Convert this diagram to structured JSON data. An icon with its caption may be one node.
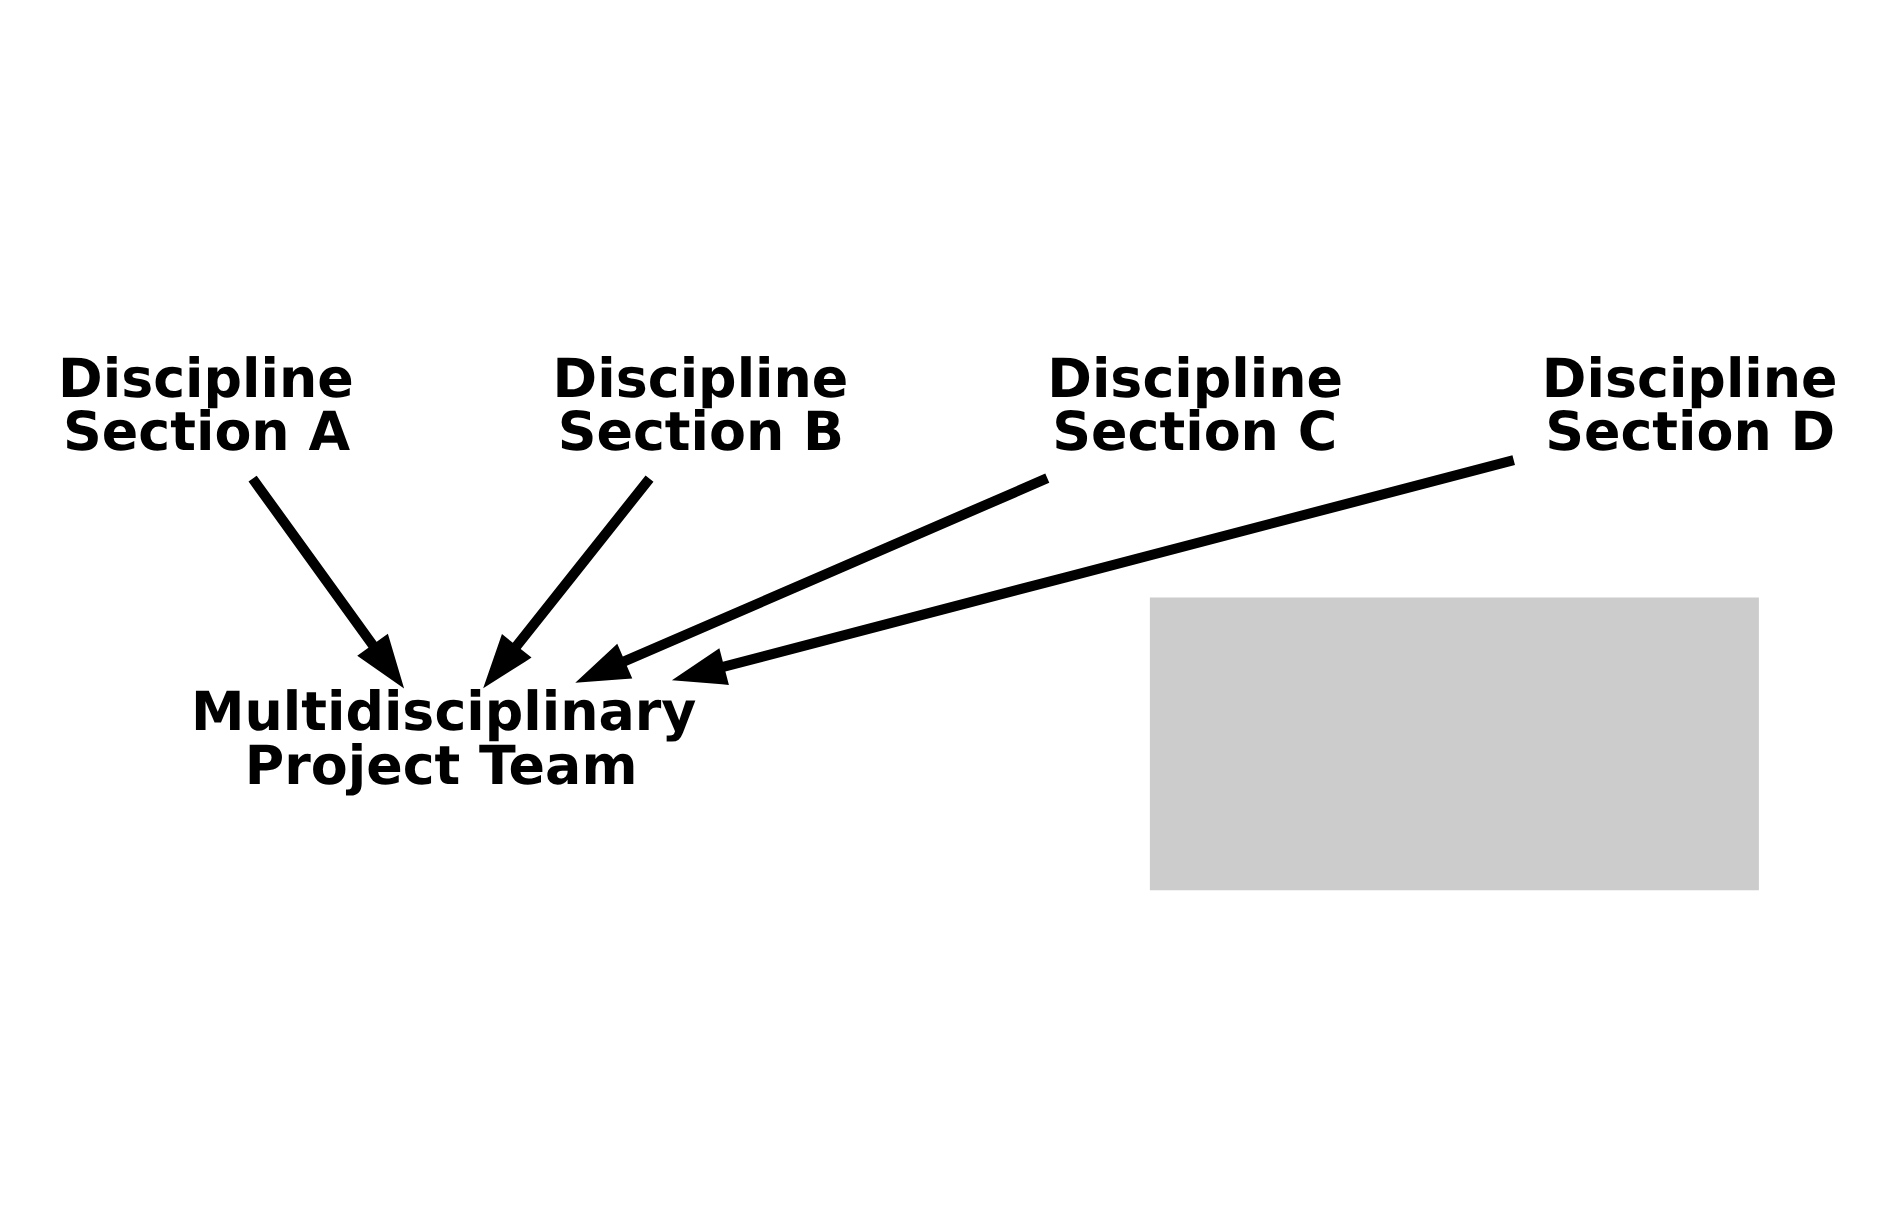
{
  "diagram": {
    "nodes": [
      {
        "text": [
          "Discipline Section A"
        ]
      },
      {
        "text": [
          "Discipline Section B"
        ]
      },
      {
        "text": [
          "Discipline Section C"
        ]
      },
      {
        "text": [
          "Discipline Section D"
        ]
      },
      {
        "text": [],
        "shape": "box"
      },
      {
        "text": [
          "Multidisciplinary Project Team"
        ]
      }
    ],
    "edges": [
      {
        "from": 0,
        "to": 5,
        "arrow": "to"
      },
      {
        "from": 1,
        "to": 5,
        "arrow": "to"
      },
      {
        "from": 2,
        "to": 5,
        "arrow": "to"
      },
      {
        "from": 3,
        "to": 5,
        "arrow": "to"
      }
    ]
  }
}
